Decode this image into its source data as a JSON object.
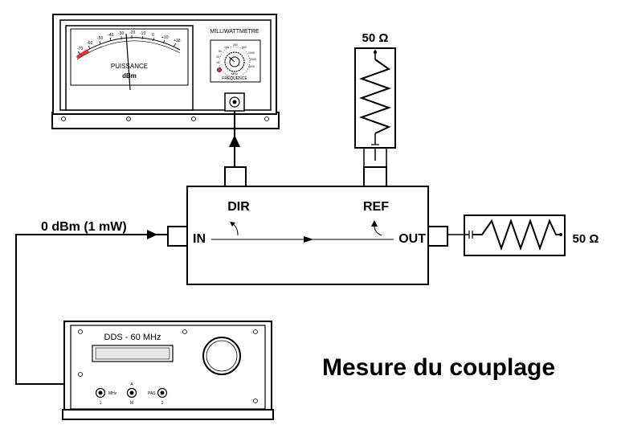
{
  "meter": {
    "title": "MILLIWATTMETRE",
    "dial_label": "PUISSANCE",
    "dial_unit": "dBm",
    "scale_marks": [
      "-70",
      "-60",
      "-50",
      "-40",
      "-30",
      "-20",
      "-10",
      "0",
      "+10",
      "+18"
    ],
    "knob_label": "FRÉQUENCE",
    "knob_unit": "MHz",
    "knob_marks": [
      "10",
      "20",
      "50",
      "100",
      "200",
      "500",
      "1000",
      "2000",
      "3000"
    ]
  },
  "load_top": {
    "label": "50 Ω"
  },
  "load_right": {
    "label": "50 Ω"
  },
  "coupler": {
    "port_dir": "DIR",
    "port_ref": "REF",
    "port_in": "IN",
    "port_out": "OUT"
  },
  "input_level": "0 dBm (1 mW)",
  "generator": {
    "title": "DDS - 60 MHz",
    "switch_left_label": "MHz",
    "switch_left_num": "1",
    "switch_mid_top": "A",
    "switch_mid_num": "M",
    "switch_right_label": "PAS",
    "switch_right_num": "2"
  },
  "caption": "Mesure du couplage"
}
